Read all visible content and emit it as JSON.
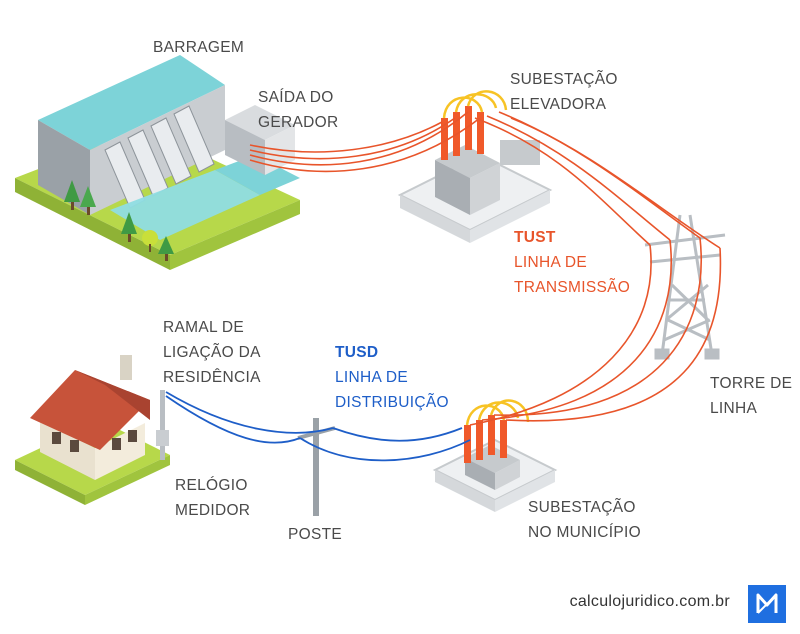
{
  "labels": {
    "barragem": "BARRAGEM",
    "saida_gerador": [
      "SAÍDA DO",
      "GERADOR"
    ],
    "subestacao_elevadora": [
      "SUBESTAÇÃO",
      "ELEVADORA"
    ],
    "tust": "TUST",
    "linha_transmissao": [
      "LINHA DE",
      "TRANSMISSÃO"
    ],
    "torre_linha": [
      "TORRE DE",
      "LINHA"
    ],
    "ramal": [
      "RAMAL DE",
      "LIGAÇÃO DA",
      "RESIDÊNCIA"
    ],
    "tusd": "TUSD",
    "linha_distribuicao": [
      "LINHA DE",
      "DISTRIBUIÇÃO"
    ],
    "relogio": [
      "RELÓGIO",
      "MEDIDOR"
    ],
    "poste": "POSTE",
    "subestacao_municipio": [
      "SUBESTAÇÃO",
      "NO MUNICÍPIO"
    ]
  },
  "brand": {
    "site": "calculojuridico.com.br"
  },
  "colors": {
    "transmission": "#e8552b",
    "distribution": "#1e5ec8",
    "insulator": "#f0592a",
    "arc": "#f7c325",
    "water": "#7dd3d8",
    "concrete": "#c9cdd1",
    "grass": "#b7d84a",
    "brand_logo": "#1f6fe0"
  },
  "icons": {
    "brand_logo": "calculo-juridico-logo-icon"
  }
}
